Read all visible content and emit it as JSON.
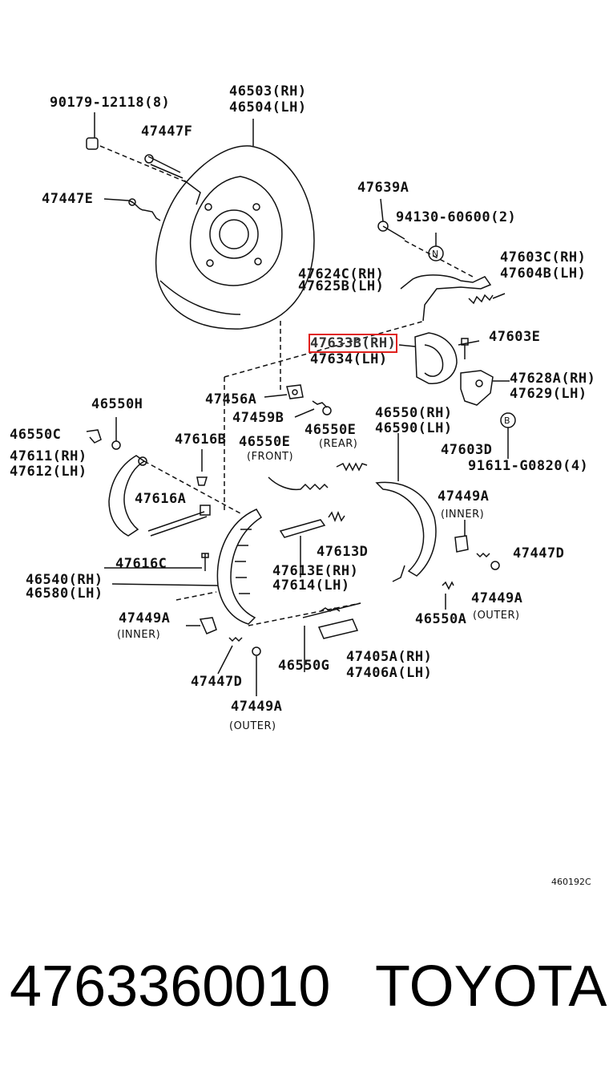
{
  "labels": [
    {
      "id": "l1",
      "text": "90179-12118(8)"
    },
    {
      "id": "l2",
      "text": "46503(RH)"
    },
    {
      "id": "l3",
      "text": "46504(LH)"
    },
    {
      "id": "l4",
      "text": "47447F"
    },
    {
      "id": "l5",
      "text": "47447E"
    },
    {
      "id": "l6",
      "text": "47639A"
    },
    {
      "id": "l7",
      "text": "94130-60600(2)"
    },
    {
      "id": "l8",
      "text": "47603C(RH)"
    },
    {
      "id": "l9",
      "text": "47604B(LH)"
    },
    {
      "id": "l10",
      "text": "47624C(RH)"
    },
    {
      "id": "l11",
      "text": "47625B(LH)"
    },
    {
      "id": "l12",
      "text": "47633B(RH)"
    },
    {
      "id": "l13",
      "text": "47634(LH)"
    },
    {
      "id": "l14",
      "text": "47603E"
    },
    {
      "id": "l15",
      "text": "47628A(RH)"
    },
    {
      "id": "l16",
      "text": "47629(LH)"
    },
    {
      "id": "l17",
      "text": "46550H"
    },
    {
      "id": "l18",
      "text": "47456A"
    },
    {
      "id": "l19",
      "text": "47459B"
    },
    {
      "id": "l20",
      "text": "46550(RH)"
    },
    {
      "id": "l21",
      "text": "46590(LH)"
    },
    {
      "id": "l22",
      "text": "46550C"
    },
    {
      "id": "l23",
      "text": "47616B"
    },
    {
      "id": "l24",
      "text": "46550E"
    },
    {
      "id": "l25",
      "text": "46550E"
    },
    {
      "id": "l26",
      "text": "47603D"
    },
    {
      "id": "l27",
      "text": "47611(RH)"
    },
    {
      "id": "l28",
      "text": "47612(LH)"
    },
    {
      "id": "l29",
      "text": "91611-G0820(4)"
    },
    {
      "id": "l30",
      "text": "47616A"
    },
    {
      "id": "l31",
      "text": "47449A"
    },
    {
      "id": "l32",
      "text": "47613D"
    },
    {
      "id": "l33",
      "text": "47447D"
    },
    {
      "id": "l34",
      "text": "47616C"
    },
    {
      "id": "l35",
      "text": "47613E(RH)"
    },
    {
      "id": "l36",
      "text": "47614(LH)"
    },
    {
      "id": "l37",
      "text": "46540(RH)"
    },
    {
      "id": "l38",
      "text": "46580(LH)"
    },
    {
      "id": "l39",
      "text": "47449A"
    },
    {
      "id": "l40",
      "text": "46550A"
    },
    {
      "id": "l41",
      "text": "47449A"
    },
    {
      "id": "l42",
      "text": "46550G"
    },
    {
      "id": "l43",
      "text": "47405A(RH)"
    },
    {
      "id": "l44",
      "text": "47406A(LH)"
    },
    {
      "id": "l45",
      "text": "47447D"
    },
    {
      "id": "l46",
      "text": "47449A"
    }
  ],
  "sublabels": [
    {
      "id": "s1",
      "text": "(REAR)"
    },
    {
      "id": "s2",
      "text": "(FRONT)"
    },
    {
      "id": "s3",
      "text": "(INNER)"
    },
    {
      "id": "s4",
      "text": "(OUTER)"
    },
    {
      "id": "s5",
      "text": "(INNER)"
    },
    {
      "id": "s6",
      "text": "(OUTER)"
    }
  ],
  "markers": {
    "n": "N",
    "b": "B"
  },
  "diagram_code": "460192C",
  "part_number": "4763360010",
  "brand": "TOYOTA",
  "highlight_color": "#e0201c"
}
